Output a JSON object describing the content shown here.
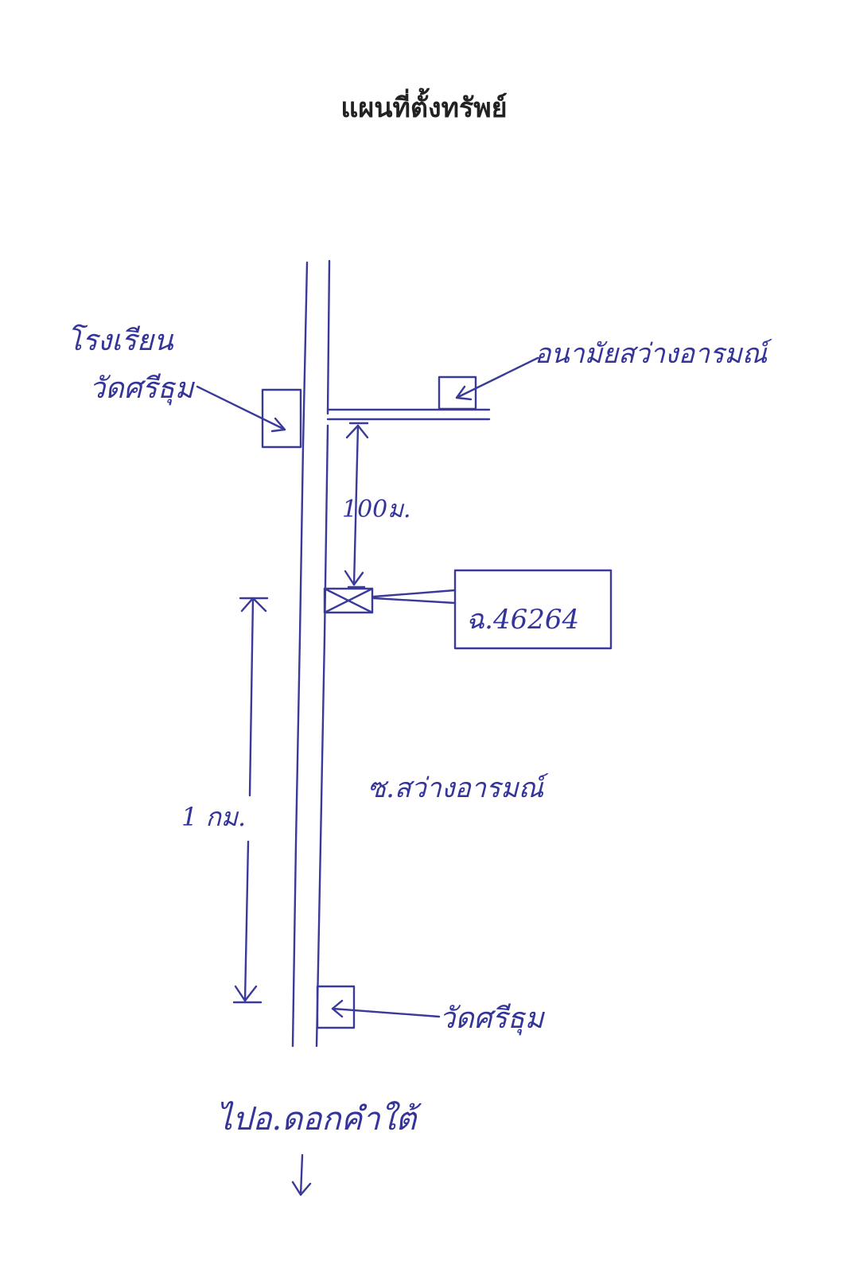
{
  "title": "แผนที่ตั้งทรัพย์",
  "labels": {
    "school_line1": "โรงเรียน",
    "school_line2": "วัดศรีธุม",
    "dormitory": "อนามัยสว่างอารมณ์",
    "distance_short": "100ม.",
    "parcel": "ฉ.46264",
    "soi": "ซ.สว่างอารมณ์",
    "distance_long": "1 กม.",
    "temple": "วัดศรีธุม",
    "direction": "ไปอ.ดอกคำใต้"
  },
  "colors": {
    "ink": "#3a3a9a",
    "title": "#222222"
  }
}
